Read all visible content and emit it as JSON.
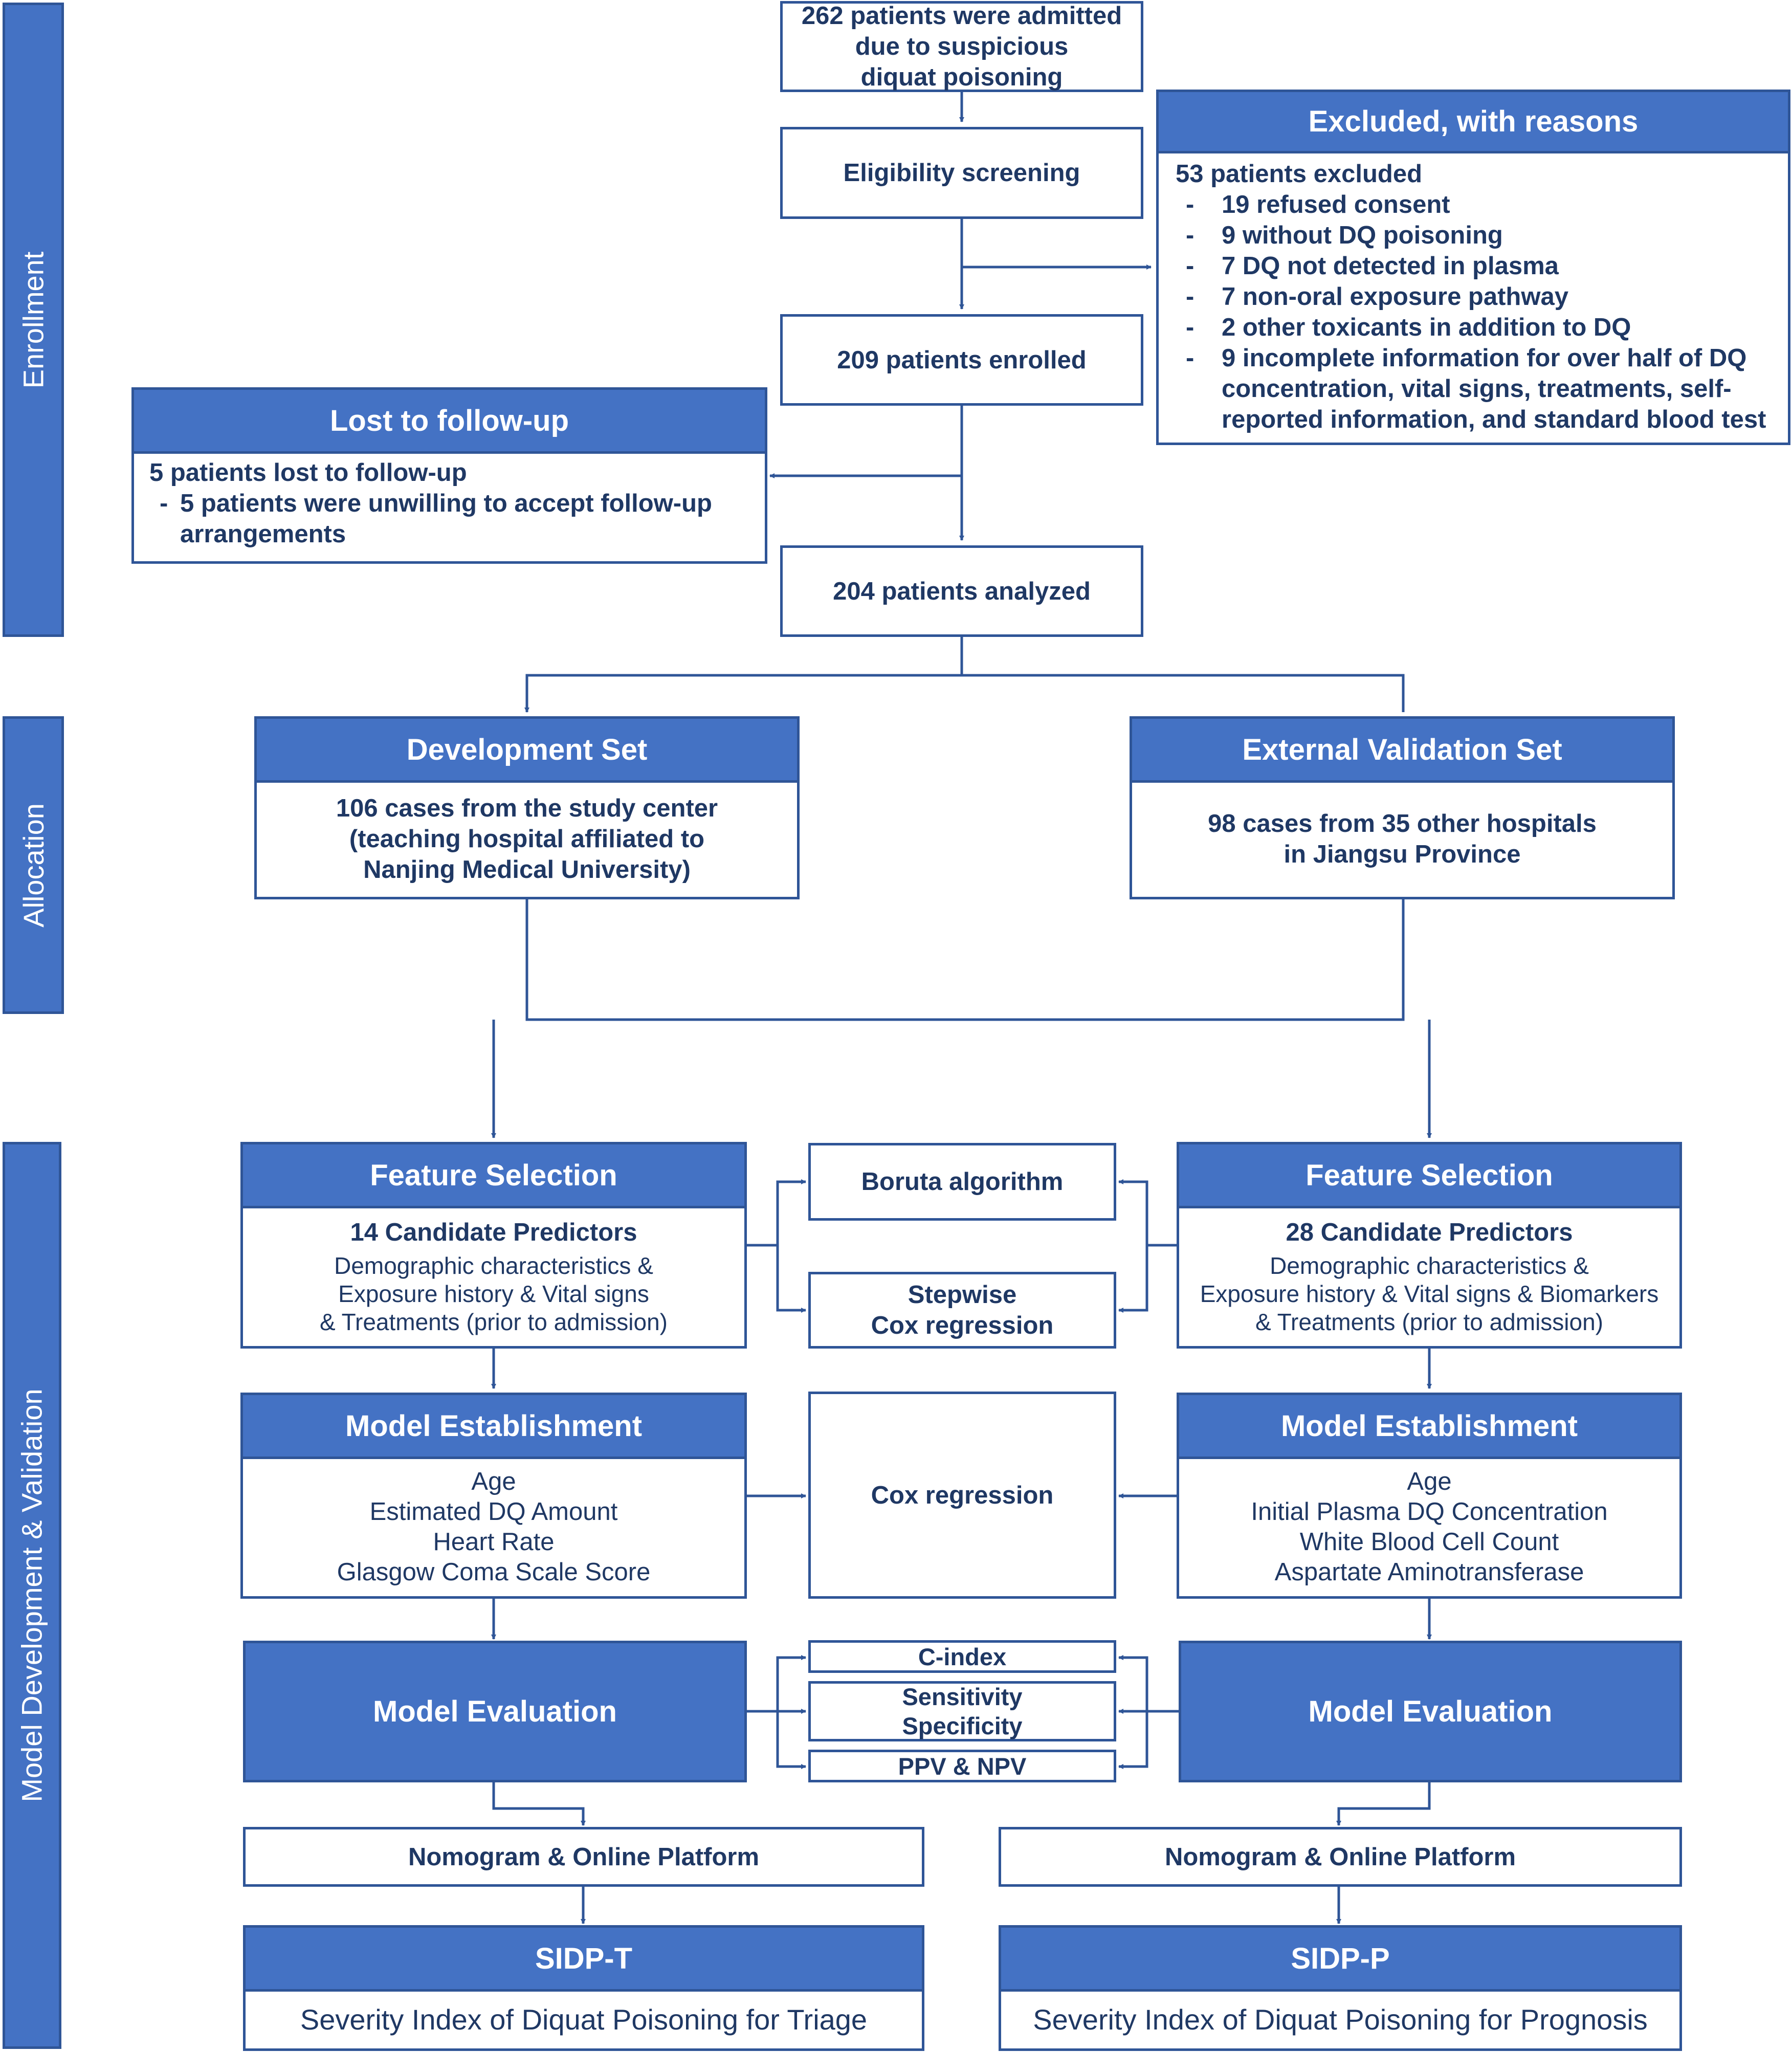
{
  "sections": {
    "enrollment": "Enrollment",
    "allocation": "Allocation",
    "model_dev": "Model Development & Validation"
  },
  "enrollment": {
    "admitted": [
      "262 patients were admitted",
      "due to suspicious",
      "diquat poisoning"
    ],
    "screening": "Eligibility screening",
    "enrolled": "209 patients enrolled",
    "analyzed": "204 patients analyzed",
    "excluded": {
      "title": "Excluded, with reasons",
      "summary": "53 patients excluded",
      "reasons": [
        "19 refused consent",
        "9 without DQ poisoning",
        "7 DQ not detected in plasma",
        "7 non-oral exposure pathway",
        "2 other toxicants in addition to DQ",
        "9 incomplete information for over half of DQ concentration, vital signs, treatments, self-reported information, and standard blood test"
      ]
    },
    "lost": {
      "title": "Lost to follow-up",
      "summary": "5 patients lost to follow-up",
      "reasons": [
        "5 patients were unwilling to accept follow-up arrangements"
      ]
    }
  },
  "allocation": {
    "development": {
      "title": "Development Set",
      "lines": [
        "106 cases from the study center",
        "(teaching hospital affiliated to",
        "Nanjing Medical University)"
      ]
    },
    "validation": {
      "title": "External Validation Set",
      "lines": [
        "98 cases from 35 other hospitals",
        "in Jiangsu Province"
      ]
    }
  },
  "left": {
    "feature": {
      "title": "Feature Selection",
      "predictors": "14 Candidate Predictors",
      "lines": [
        "Demographic characteristics &",
        "Exposure history & Vital signs",
        "& Treatments (prior to admission)"
      ]
    },
    "model": {
      "title": "Model Establishment",
      "lines": [
        "Age",
        "Estimated DQ Amount",
        "Heart Rate",
        "Glasgow Coma Scale Score"
      ]
    },
    "evaluation": "Model Evaluation",
    "nomogram": "Nomogram & Online Platform",
    "index": {
      "title": "SIDP-T",
      "desc": "Severity Index of Diquat Poisoning for Triage"
    }
  },
  "right": {
    "feature": {
      "title": "Feature Selection",
      "predictors": "28 Candidate Predictors",
      "lines": [
        "Demographic characteristics &",
        "Exposure history & Vital signs & Biomarkers",
        "& Treatments (prior to admission)"
      ]
    },
    "model": {
      "title": "Model Establishment",
      "lines": [
        "Age",
        "Initial Plasma DQ Concentration",
        "White Blood Cell Count",
        "Aspartate Aminotransferase"
      ]
    },
    "evaluation": "Model Evaluation",
    "nomogram": "Nomogram & Online Platform",
    "index": {
      "title": "SIDP-P",
      "desc": "Severity Index of Diquat Poisoning for Prognosis"
    }
  },
  "middle": {
    "boruta": "Boruta algorithm",
    "stepwise": [
      "Stepwise",
      "Cox regression"
    ],
    "cox": "Cox regression",
    "cindex": "C-index",
    "sens_spec": [
      "Sensitivity",
      "Specificity"
    ],
    "ppv_npv": "PPV & NPV"
  },
  "colors": {
    "accent": "#4472c4",
    "border": "#2f5597",
    "text": "#1f3864"
  }
}
